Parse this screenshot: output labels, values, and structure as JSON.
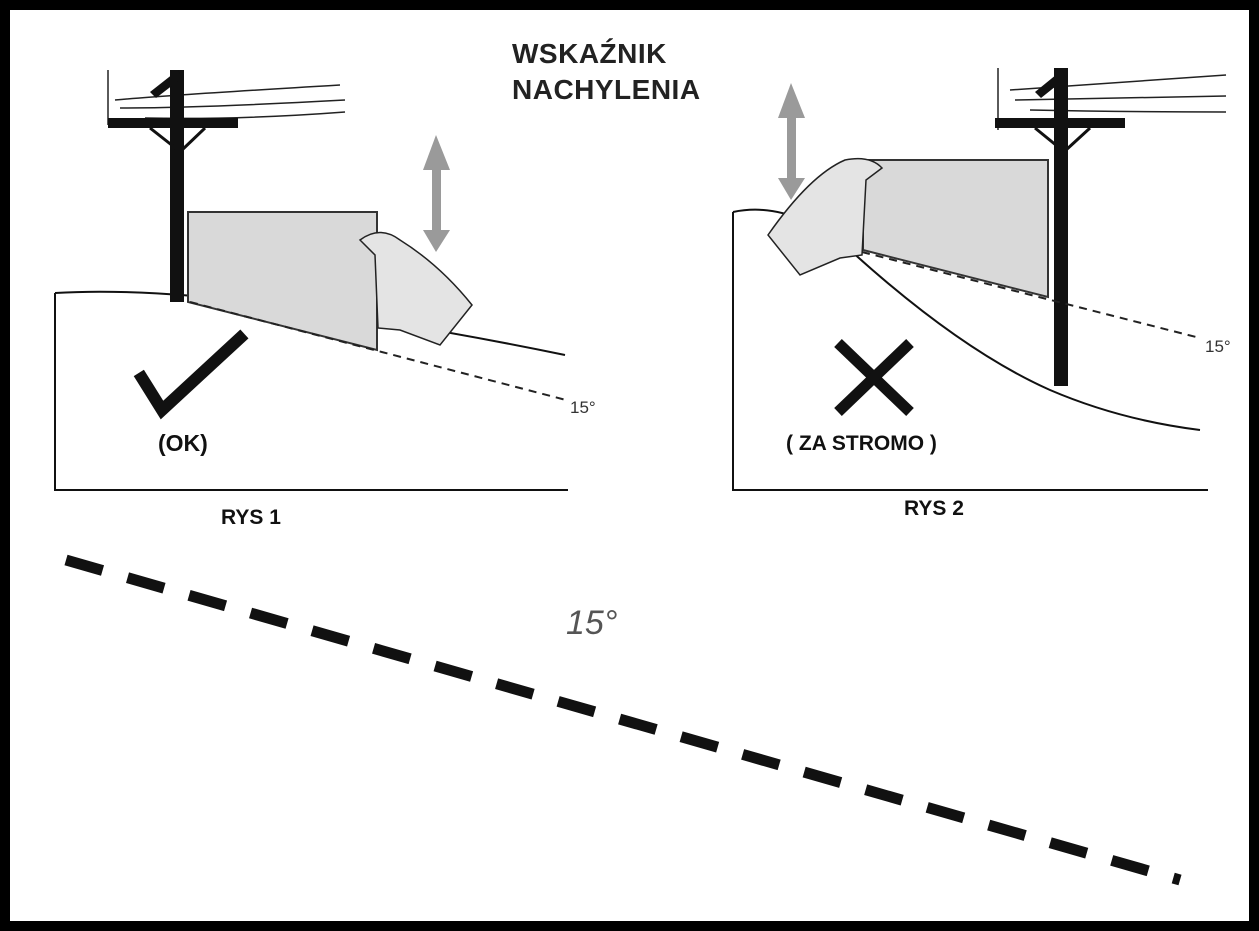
{
  "title": {
    "line1": "WSKAŹNIK",
    "line2": "NACHYLENIA"
  },
  "figure1": {
    "label": "RYS 1",
    "verdict": "(OK)",
    "angle": "15°",
    "status_icon": "checkmark-icon"
  },
  "figure2": {
    "label": "RYS 2",
    "verdict": "( ZA STROMO )",
    "angle": "15°",
    "status_icon": "cross-icon"
  },
  "reference": {
    "angle": "15°"
  },
  "colors": {
    "frame": "#000000",
    "panel": "#d9d9d9",
    "arrow": "#9a9a9a"
  }
}
